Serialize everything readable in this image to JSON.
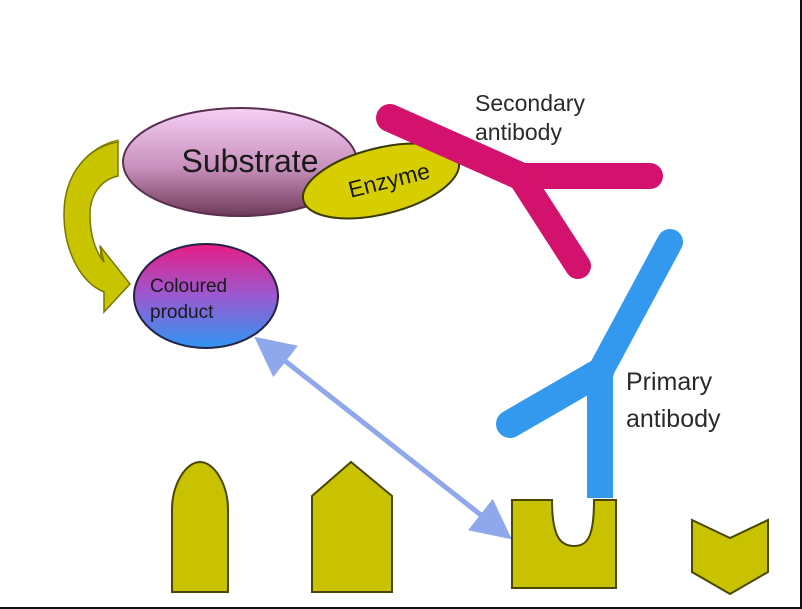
{
  "labels": {
    "substrate": "Substrate",
    "enzyme": "Enzyme",
    "coloured_product_line1": "Coloured",
    "coloured_product_line2": "product",
    "secondary_antibody_line1": "Secondary",
    "secondary_antibody_line2": "antibody",
    "primary_antibody_line1": "Primary",
    "primary_antibody_line2": "antibody"
  },
  "colors": {
    "secondary_antibody": "#d4146e",
    "primary_antibody": "#3399ee",
    "antigen": "#c9c200",
    "enzyme": "#d8d000",
    "substrate_top": "#f4c8f4",
    "substrate_bottom": "#7a4060",
    "product_top": "#e0208a",
    "product_bottom": "#3a90f0",
    "conversion_arrow": "#b8b400",
    "link_arrow": "#8fa8ec"
  }
}
